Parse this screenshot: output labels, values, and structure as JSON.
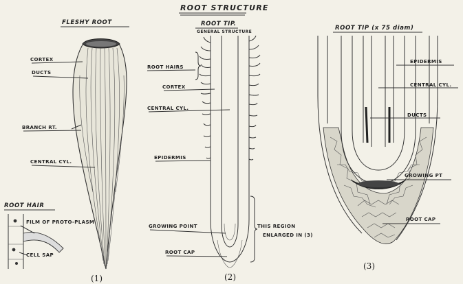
{
  "main_title": "ROOT STRUCTURE",
  "fig1": {
    "title": "FLESHY ROOT",
    "labels": [
      "CORTEX",
      "DUCTS",
      "BRANCH RT.",
      "CENTRAL CYL."
    ],
    "number": "(1)"
  },
  "hair": {
    "title": "ROOT HAIR",
    "labels": [
      "FILM OF PROTO-PLASM",
      "CELL SAP"
    ]
  },
  "fig2": {
    "title": "ROOT TIP.",
    "subtitle": "GENERAL STRUCTURE",
    "labels": [
      "ROOT HAIRS",
      "CORTEX",
      "CENTRAL CYL.",
      "EPIDERMIS",
      "GROWING POINT",
      "ROOT CAP"
    ],
    "region_note_1": "THIS REGION",
    "region_note_2": "ENLARGED IN (3)",
    "number": "(2)"
  },
  "fig3": {
    "title": "ROOT TIP (x 75 diam)",
    "labels": [
      "EPIDERMIS",
      "CENTRAL CYL.",
      "DUCTS",
      "GROWING PT",
      "ROOT CAP"
    ],
    "number": "(3)"
  }
}
